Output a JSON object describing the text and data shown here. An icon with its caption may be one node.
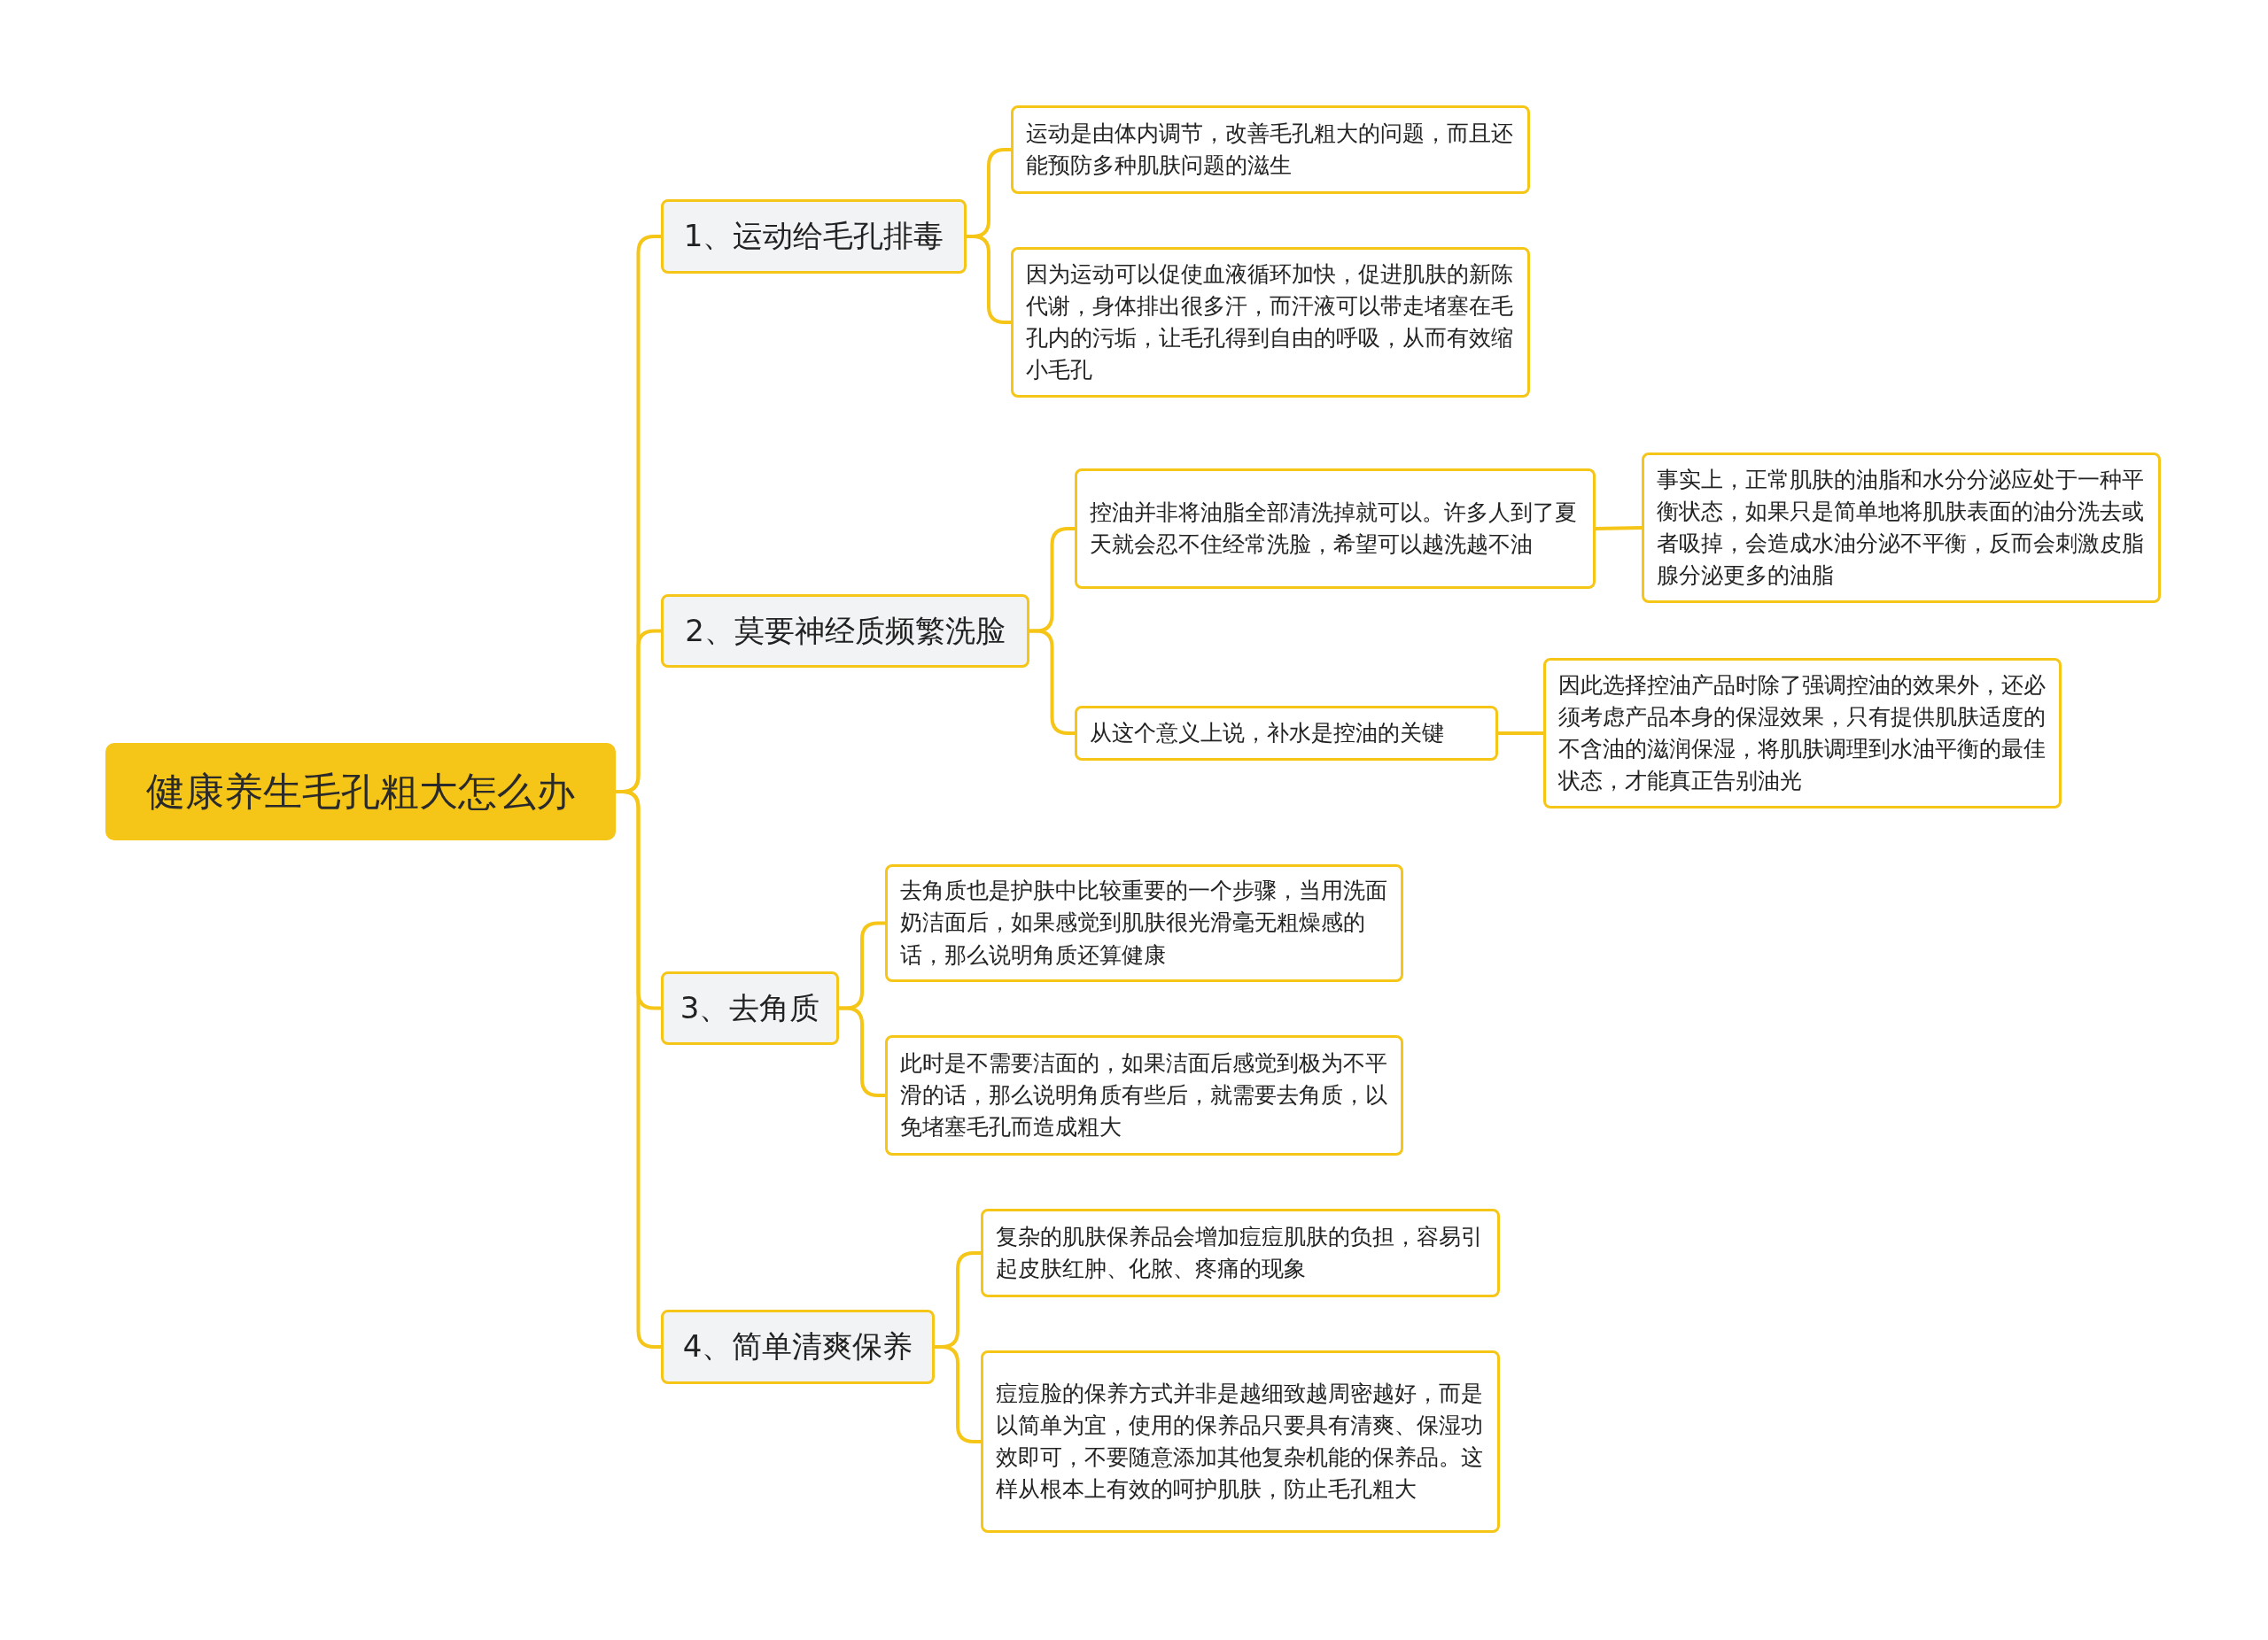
{
  "diagram": {
    "nodes": [
      {
        "text": [
          "健康养生毛孔粗大怎么办"
        ]
      },
      {
        "text": [
          "1、运动给毛孔排毒"
        ]
      },
      {
        "text": [
          "运动是由体内调节，改善毛孔粗大的问题，而且还能预防多种肌肤问题的滋生"
        ]
      },
      {
        "text": [
          "因为运动可以促使血液循环加快，促进肌肤的新陈代谢，身体排出很多汗，而汗液可以带走堵塞在毛孔内的污垢，让毛孔得到自由的呼吸，从而有效缩小毛孔"
        ]
      },
      {
        "text": [
          "2、莫要神经质频繁洗脸"
        ]
      },
      {
        "text": [
          "控油并非将油脂全部清洗掉就可以。许多人到了夏天就会忍不住经常洗脸，希望可以越洗越不油"
        ]
      },
      {
        "text": [
          "事实上，正常肌肤的油脂和水分分泌应处于一种平衡状态，如果只是简单地将肌肤表面的油分洗去或者吸掉，会造成水油分泌不平衡，反而会刺激皮脂腺分泌更多的油脂"
        ]
      },
      {
        "text": [
          "从这个意义上说，补水是控油的关键"
        ]
      },
      {
        "text": [
          "因此选择控油产品时除了强调控油的效果外，还必须考虑产品本身的保湿效果，只有提供肌肤适度的不含油的滋润保湿，将肌肤调理到水油平衡的最佳状态，才能真正告别油光"
        ]
      },
      {
        "text": [
          "3、去角质"
        ]
      },
      {
        "text": [
          "去角质也是护肤中比较重要的一个步骤，当用洗面奶洁面后，如果感觉到肌肤很光滑毫无粗燥感的话，那么说明角质还算健康"
        ]
      },
      {
        "text": [
          "此时是不需要洁面的，如果洁面后感觉到极为不平滑的话，那么说明角质有些后，就需要去角质，以免堵塞毛孔而造成粗大"
        ]
      },
      {
        "text": [
          "4、简单清爽保养"
        ]
      },
      {
        "text": [
          "复杂的肌肤保养品会增加痘痘肌肤的负担，容易引起皮肤红肿、化脓、疼痛的现象"
        ]
      },
      {
        "text": [
          "痘痘脸的保养方式并非是越细致越周密越好，而是以简单为宜，使用的保养品只要具有清爽、保湿功效即可，不要随意添加其他复杂机能的保养品。这样从根本上有效的呵护肌肤，防止毛孔粗大"
        ]
      }
    ],
    "edges": [
      {
        "from": 0,
        "to": 1,
        "arrow": "none"
      },
      {
        "from": 1,
        "to": 2,
        "arrow": "none"
      },
      {
        "from": 1,
        "to": 3,
        "arrow": "none"
      },
      {
        "from": 0,
        "to": 4,
        "arrow": "none"
      },
      {
        "from": 4,
        "to": 5,
        "arrow": "none"
      },
      {
        "from": 5,
        "to": 6,
        "arrow": "none"
      },
      {
        "from": 4,
        "to": 7,
        "arrow": "none"
      },
      {
        "from": 7,
        "to": 8,
        "arrow": "none"
      },
      {
        "from": 0,
        "to": 9,
        "arrow": "none"
      },
      {
        "from": 9,
        "to": 10,
        "arrow": "none"
      },
      {
        "from": 9,
        "to": 11,
        "arrow": "none"
      },
      {
        "from": 0,
        "to": 12,
        "arrow": "none"
      },
      {
        "from": 12,
        "to": 13,
        "arrow": "none"
      },
      {
        "from": 12,
        "to": 14,
        "arrow": "none"
      }
    ]
  }
}
